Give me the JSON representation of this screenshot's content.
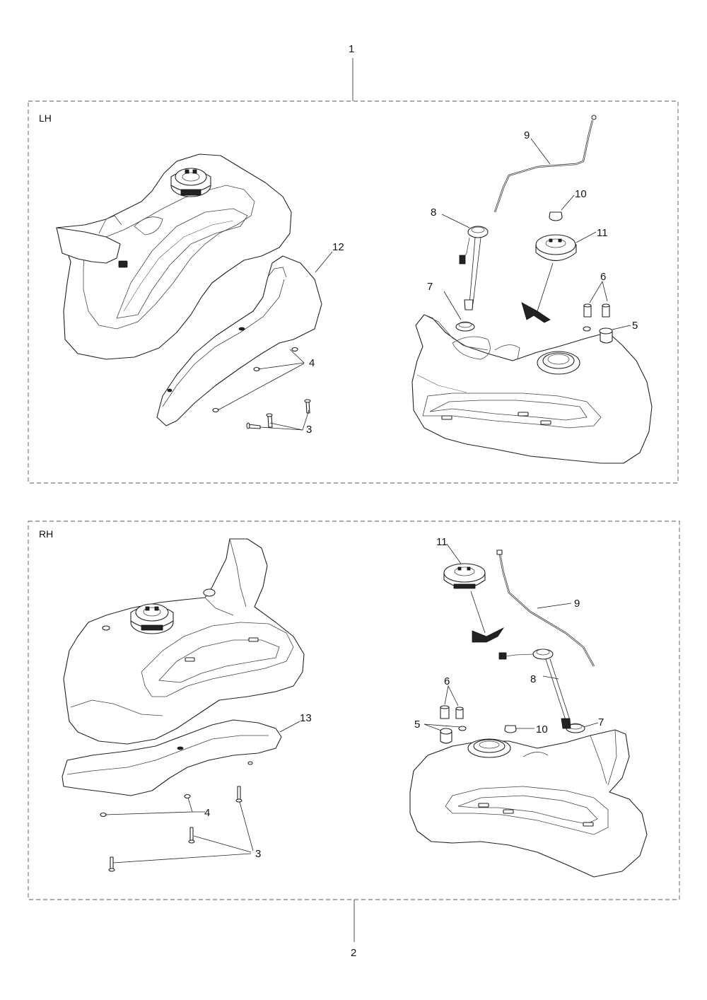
{
  "assemblies": {
    "top_callout": "1",
    "bottom_callout": "2"
  },
  "panels": {
    "lh": {
      "label": "LH",
      "callouts": {
        "c3": "3",
        "c4": "4",
        "c5": "5",
        "c6": "6",
        "c7": "7",
        "c8": "8",
        "c9": "9",
        "c10": "10",
        "c11": "11",
        "c12": "12"
      }
    },
    "rh": {
      "label": "RH",
      "callouts": {
        "c3": "3",
        "c4": "4",
        "c5": "5",
        "c6": "6",
        "c7": "7",
        "c8": "8",
        "c9": "9",
        "c10": "10",
        "c11": "11",
        "c13": "13"
      }
    }
  }
}
